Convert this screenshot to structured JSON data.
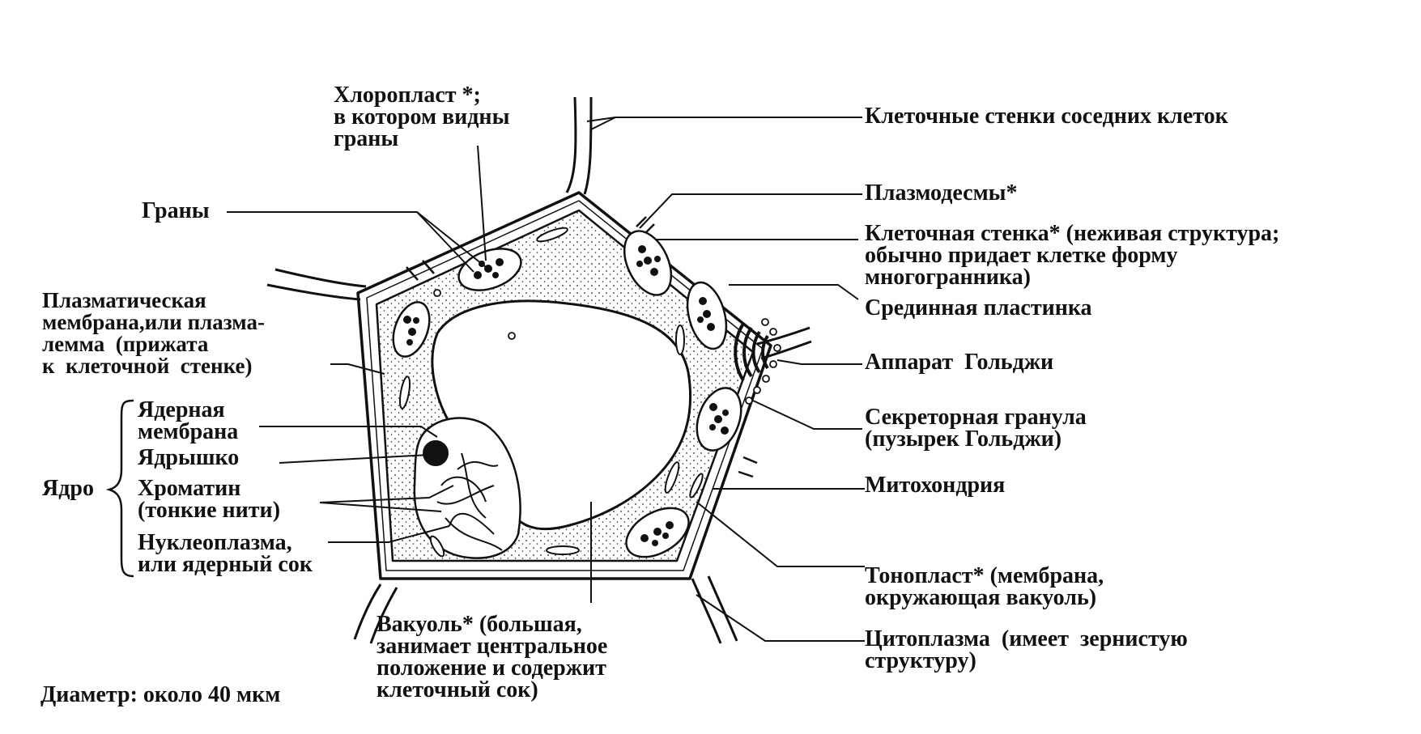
{
  "labels": {
    "chloroplast": "Хлоропласт *;\nв котором видны\nграны",
    "grana": "Граны",
    "plasma_membrane": "Плазматическая\nмембрана,или плазма-\nлемма  (прижата\nк  клеточной  стенке)",
    "nuclear_membrane": "Ядерная\nмембрана",
    "nucleolus": "Ядрышко",
    "nucleus": "Ядро",
    "chromatin": "Хроматин\n(тонкие нити)",
    "nucleoplasm": "Нуклеоплазма,\nили ядерный сок",
    "diameter": "Диаметр: около 40 мкм",
    "vacuole": "Вакуоль* (большая,\nзанимает центральное\nположение и содержит\nклеточный сок)",
    "neighbor_walls": "Клеточные стенки соседних клеток",
    "plasmodesmata": "Плазмодесмы*",
    "cell_wall": "Клеточная стенка* (неживая структура;\nобычно придает клетке форму\nмногогранника)",
    "middle_lamella": "Срединная пластинка",
    "golgi": "Аппарат  Гольджи",
    "secretory_granule": "Секреторная гранула\n(пузырек Гольджи)",
    "mitochondrion": "Митохондрия",
    "tonoplast": "Тонопласт* (мембрана,\nокружающая вакуоль)",
    "cytoplasm": "Цитоплазма  (имеет  зернистую\nструктуру)"
  }
}
